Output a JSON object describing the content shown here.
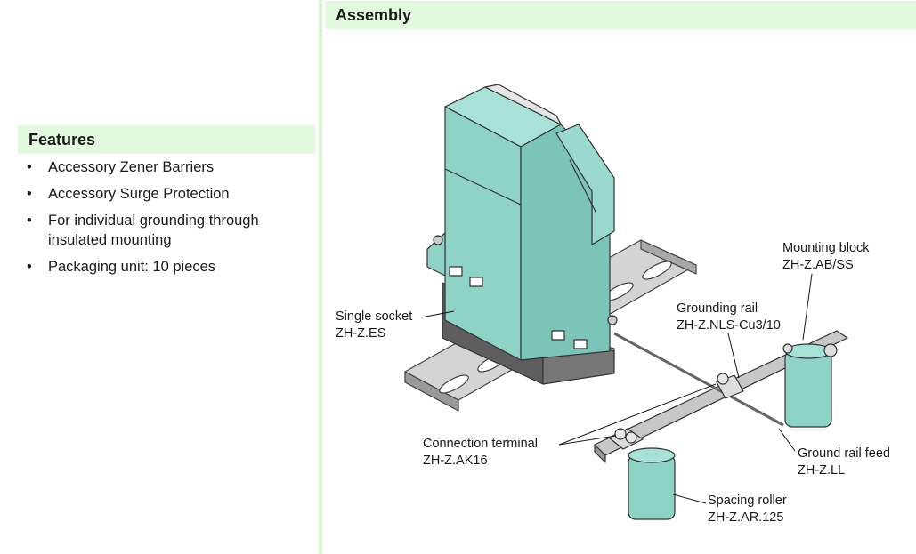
{
  "features": {
    "title": "Features",
    "items": [
      "Accessory Zener Barriers",
      "Accessory Surge Protection",
      "For individual grounding through insulated mounting",
      "Packaging unit: 10 pieces"
    ]
  },
  "assembly": {
    "title": "Assembly",
    "labels": {
      "single_socket": {
        "name": "Single socket",
        "code": "ZH-Z.ES"
      },
      "grounding_rail": {
        "name": "Grounding rail",
        "code": "ZH-Z.NLS-Cu3/10"
      },
      "mounting_block": {
        "name": "Mounting block",
        "code": "ZH-Z.AB/SS"
      },
      "connection_terminal": {
        "name": "Connection terminal",
        "code": "ZH-Z.AK16"
      },
      "ground_rail_feed": {
        "name": "Ground rail feed",
        "code": "ZH-Z.LL"
      },
      "spacing_roller": {
        "name": "Spacing roller",
        "code": "ZH-Z.AR.125"
      }
    }
  },
  "colors": {
    "header_bg": "#e2f8df",
    "module_teal": "#8fd3c7",
    "rail_gray": "#c8c8c8",
    "socket_dark": "#5a5a5a"
  }
}
